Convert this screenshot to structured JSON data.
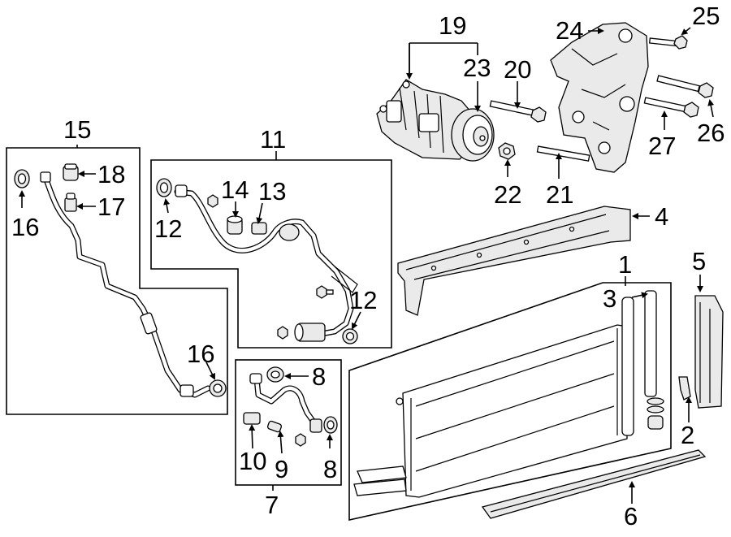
{
  "callouts": {
    "c1": "1",
    "c2": "2",
    "c3": "3",
    "c4": "4",
    "c5": "5",
    "c6": "6",
    "c7": "7",
    "c8a": "8",
    "c8b": "8",
    "c9": "9",
    "c10": "10",
    "c11": "11",
    "c12a": "12",
    "c12b": "12",
    "c13": "13",
    "c14": "14",
    "c15": "15",
    "c16a": "16",
    "c16b": "16",
    "c17": "17",
    "c18": "18",
    "c19": "19",
    "c20": "20",
    "c21": "21",
    "c22": "22",
    "c23": "23",
    "c24": "24",
    "c25": "25",
    "c26": "26",
    "c27": "27"
  }
}
